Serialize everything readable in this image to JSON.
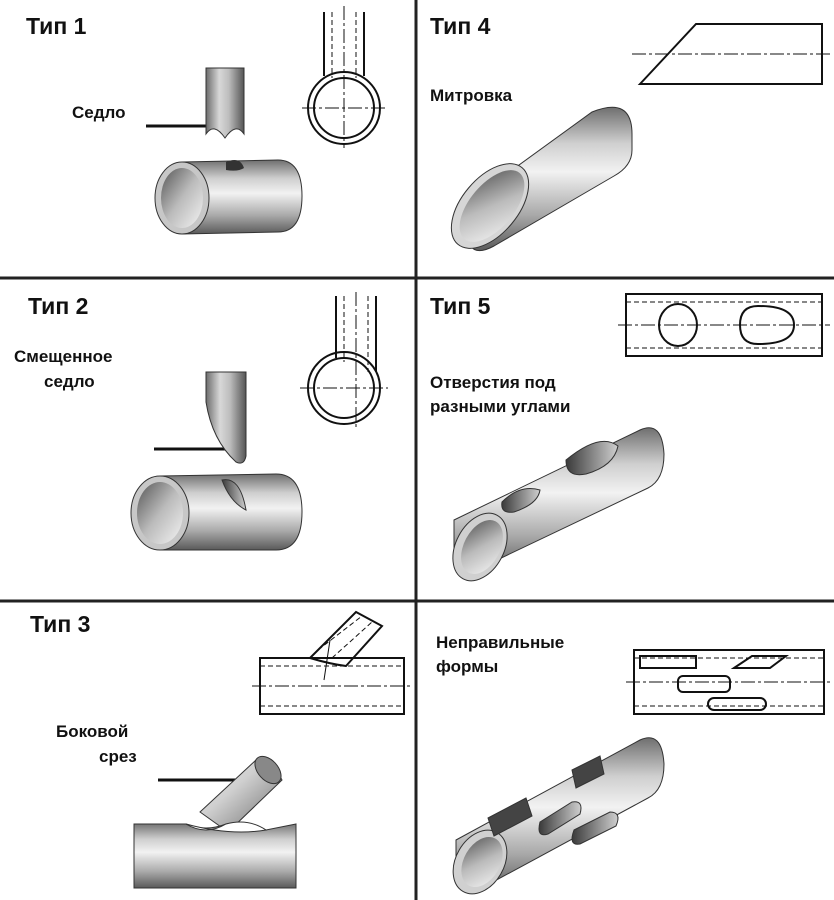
{
  "panels": [
    {
      "id": "type1",
      "title": "Тип 1",
      "label_lines": [
        "Седло"
      ]
    },
    {
      "id": "type2",
      "title": "Тип 2",
      "label_lines": [
        "Смещенное",
        "седло"
      ]
    },
    {
      "id": "type3",
      "title": "Тип 3",
      "label_lines": [
        "Боковой",
        "срез"
      ]
    },
    {
      "id": "type4",
      "title": "Тип 4",
      "label_lines": [
        "Митровка"
      ]
    },
    {
      "id": "type5",
      "title": "Тип 5",
      "label_lines": [
        "Отверстия под",
        "разными углами"
      ]
    },
    {
      "id": "type6",
      "title": "",
      "label_lines": [
        "Неправильные",
        "формы"
      ]
    }
  ]
}
